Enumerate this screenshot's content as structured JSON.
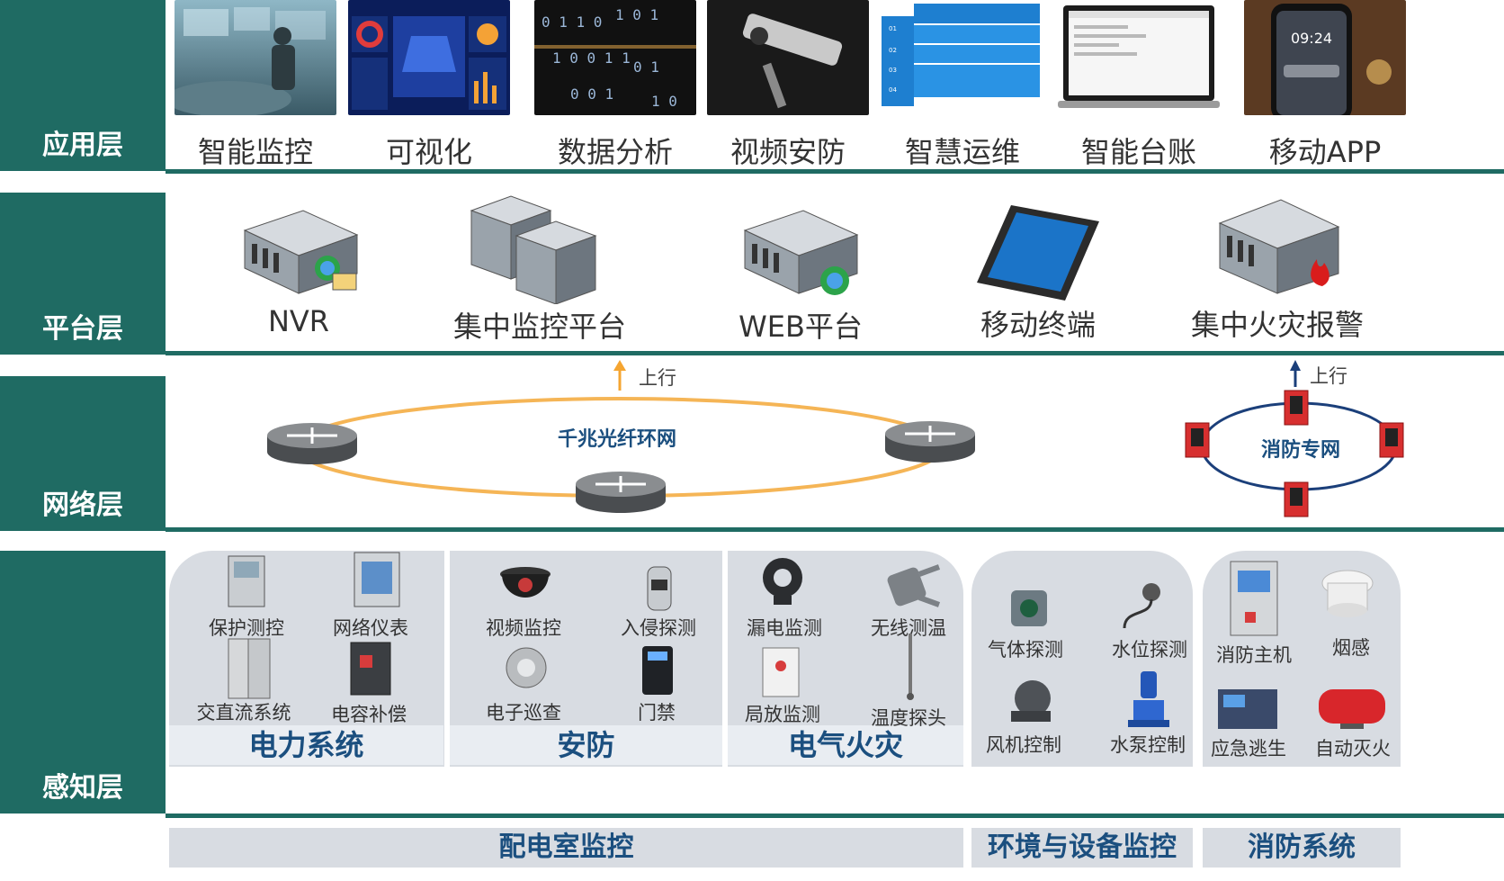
{
  "layers": {
    "application": "应用层",
    "platform": "平台层",
    "network": "网络层",
    "perception": "感知层"
  },
  "applications": [
    "智能监控",
    "可视化",
    "数据分析",
    "视频安防",
    "智慧运维",
    "智能台账",
    "移动APP"
  ],
  "platform_items": [
    "NVR",
    "集中监控平台",
    "WEB平台",
    "移动终端",
    "集中火灾报警"
  ],
  "network": {
    "ring_label": "千兆光纤环网",
    "uplink_label": "上行",
    "fire_net_label": "消防专网",
    "fire_uplink_label": "上行"
  },
  "perception": {
    "power": {
      "caption": "电力系统",
      "devices": [
        "保护测控",
        "网络仪表",
        "交直流系统",
        "电容补偿"
      ]
    },
    "security": {
      "caption": "安防",
      "devices": [
        "视频监控",
        "入侵探测",
        "电子巡查",
        "门禁"
      ]
    },
    "electrical_fire": {
      "caption": "电气火灾",
      "devices": [
        "漏电监测",
        "无线测温",
        "局放监测",
        "温度探头"
      ]
    },
    "environment": {
      "devices": [
        "气体探测",
        "水位探测",
        "风机控制",
        "水泵控制"
      ]
    },
    "fire": {
      "devices": [
        "消防主机",
        "烟感",
        "应急逃生",
        "自动灭火"
      ]
    },
    "bottom_captions": [
      "配电室监控",
      "环境与设备监控",
      "消防系统"
    ]
  },
  "colors": {
    "teal": "#1f6b63",
    "ring": "#f5b556",
    "caption_text": "#1b4f7f"
  }
}
